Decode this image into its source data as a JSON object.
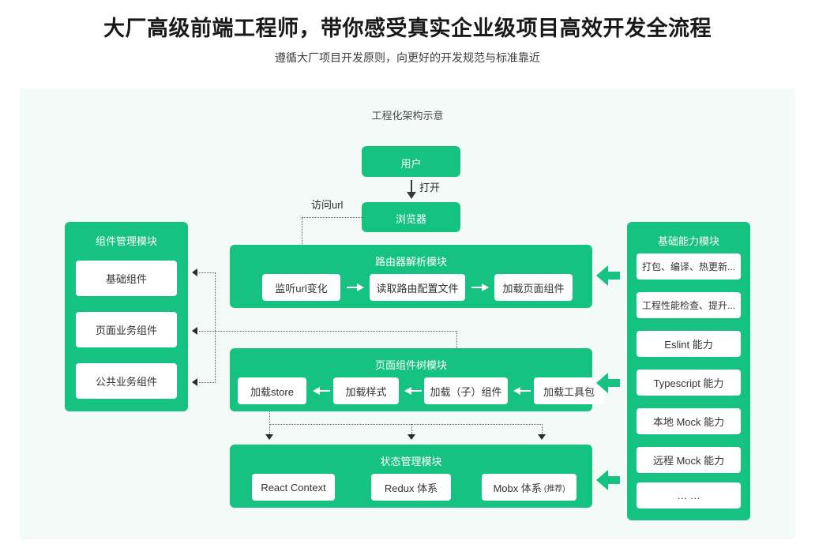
{
  "header": {
    "title": "大厂高级前端工程师，带你感受真实企业级项目高效开发全流程",
    "subtitle": "遵循大厂项目开发原则，向更好的开发规范与标准靠近"
  },
  "diagram": {
    "title": "工程化架构示意",
    "colors": {
      "accent_green": "#16c281",
      "panel_background": "#f4faf8",
      "card_background": "#ffffff",
      "text_dark": "#333333"
    },
    "top_nodes": {
      "user": "用户",
      "browser": "浏览器"
    },
    "edge_labels": {
      "open": "打开",
      "visit_url": "访问url"
    },
    "left_module": {
      "title": "组件管理模块",
      "items": [
        "基础组件",
        "页面业务组件",
        "公共业务组件"
      ]
    },
    "right_module": {
      "title": "基础能力模块",
      "items": [
        "打包、编译、热更新...",
        "工程性能检查、提升...",
        "Eslint 能力",
        "Typescript 能力",
        "本地 Mock 能力",
        "远程 Mock 能力",
        "… …"
      ]
    },
    "router_module": {
      "title": "路由器解析模块",
      "items": [
        "监听url变化",
        "读取路由配置文件",
        "加载页面组件"
      ]
    },
    "component_tree_module": {
      "title": "页面组件树模块",
      "items": [
        "加载store",
        "加载样式",
        "加载（子）组件",
        "加载工具包"
      ]
    },
    "state_module": {
      "title": "状态管理模块",
      "items": [
        {
          "label": "React Context",
          "note": ""
        },
        {
          "label": "Redux 体系",
          "note": ""
        },
        {
          "label": "Mobx 体系",
          "note": "(推荐)"
        }
      ]
    }
  }
}
